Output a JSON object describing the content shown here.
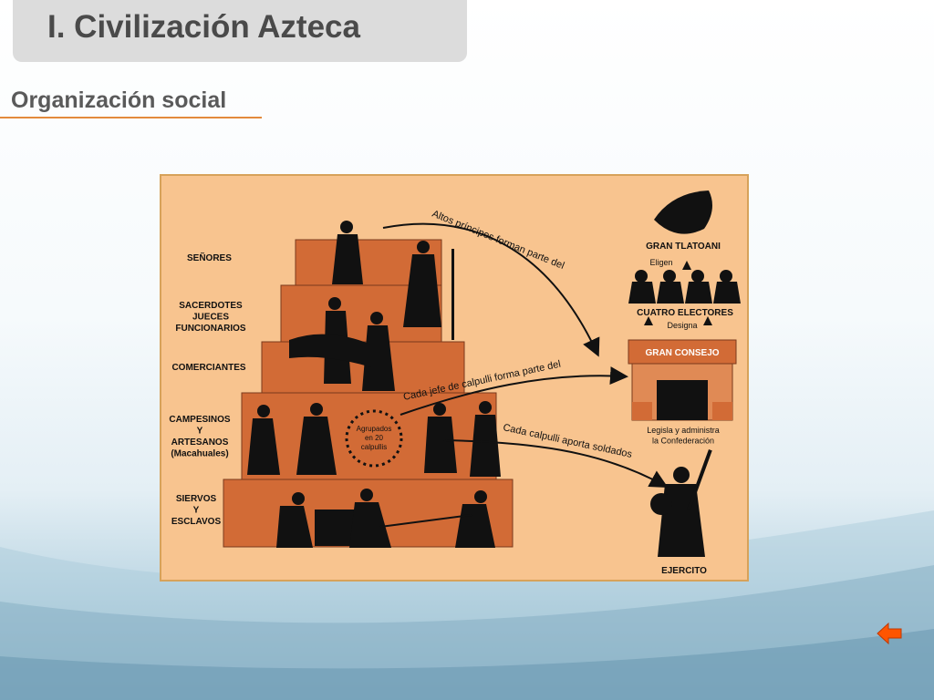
{
  "slide": {
    "title": "I. Civilización Azteca",
    "subtitle": "Organización social"
  },
  "diagram": {
    "tiers": [
      {
        "label": "SEÑORES"
      },
      {
        "label": "SACERDOTES\nJUECES\nFUNCIONARIOS"
      },
      {
        "label": "COMERCIANTES"
      },
      {
        "label": "CAMPESINOS\nY\nARTESANOS\n(Macahuales)"
      },
      {
        "label": "SIERVOS\nY\nESCLAVOS"
      }
    ],
    "calpulli_note": "Agrupados\nen 20\ncalpullis",
    "arrows": {
      "princes": "Altos príncipes forman parte del",
      "calpulli_chief": "Cada jefe de calpulli forma parte del",
      "soldiers": "Cada calpulli aporta soldados"
    },
    "right": {
      "tlatoani": "GRAN TLATOANI",
      "eligen": "Eligen",
      "electores": "CUATRO ELECTORES",
      "designa": "Designa",
      "consejo": "GRAN CONSEJO",
      "consejo_desc": "Legisla y administra\nla Confederación",
      "ejercito": "EJERCITO"
    }
  },
  "nav": {
    "back_icon": "arrow-left-icon",
    "accent": "#ff5500"
  }
}
